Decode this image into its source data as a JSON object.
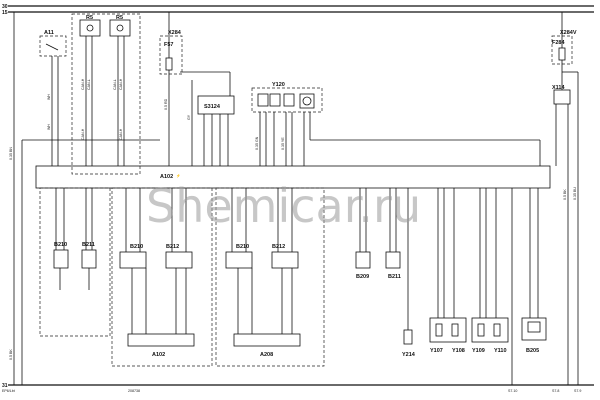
{
  "rails": {
    "top1": "30",
    "top2": "15",
    "bottom": "31"
  },
  "watermark": "Shemicar.ru",
  "footer": {
    "left": "EP6/Lbt",
    "center": "208738",
    "r1": "S7.10",
    "r2": "S7.8",
    "r3": "S7.9"
  },
  "components": {
    "A11": "A11",
    "R5a": "R5",
    "R5b": "R5",
    "X284": "X284",
    "F57": "F57",
    "X284V": "X284V",
    "F284": "F284",
    "Y120": "Y120",
    "X114": "X114",
    "S3124": "S3124",
    "A102": "A102",
    "B210a": "B210",
    "B211a": "B211",
    "B210b": "B210",
    "B212b": "B212",
    "B210c": "B210",
    "B212c": "B212",
    "A102b": "A102",
    "A208": "A208",
    "B209": "B209",
    "B211": "B211",
    "Y214": "Y214",
    "Y107": "Y107",
    "Y108": "Y108",
    "Y109": "Y109",
    "Y110": "Y110",
    "B205": "B205"
  },
  "wires": {
    "can_h": "CAN-H",
    "can_l": "CAN-L",
    "wh": "WH",
    "gy": "GY",
    "w1": "0.35 BN",
    "w2": "0.5 BK",
    "w3": "0.35 GN",
    "w4": "0.35 YE",
    "w5": "0.5 RD",
    "w6": "0.35 BU"
  }
}
